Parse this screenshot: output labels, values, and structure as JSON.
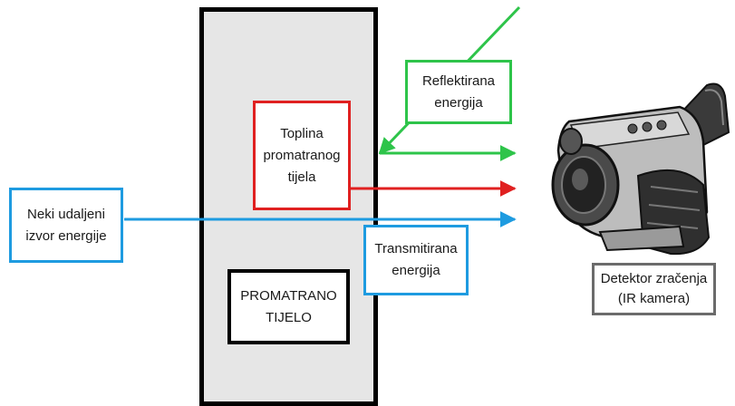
{
  "labels": {
    "heat": "Toplina\npromatranog\ntijela",
    "reflected": "Reflektirana\nenergija",
    "source": "Neki udaljeni\nizvor energije",
    "transmitted": "Transmitirana\nenergija",
    "observed_body": "PROMATRANO\nTIJELO",
    "detector": "Detektor zračenja\n(IR kamera)"
  },
  "colors": {
    "reflected": "#2ec44a",
    "emitted": "#e02020",
    "transmitted": "#1e9be0",
    "body_fill": "#e6e6e6"
  },
  "icons": {
    "detector_picture": "thermal-camera-icon"
  }
}
